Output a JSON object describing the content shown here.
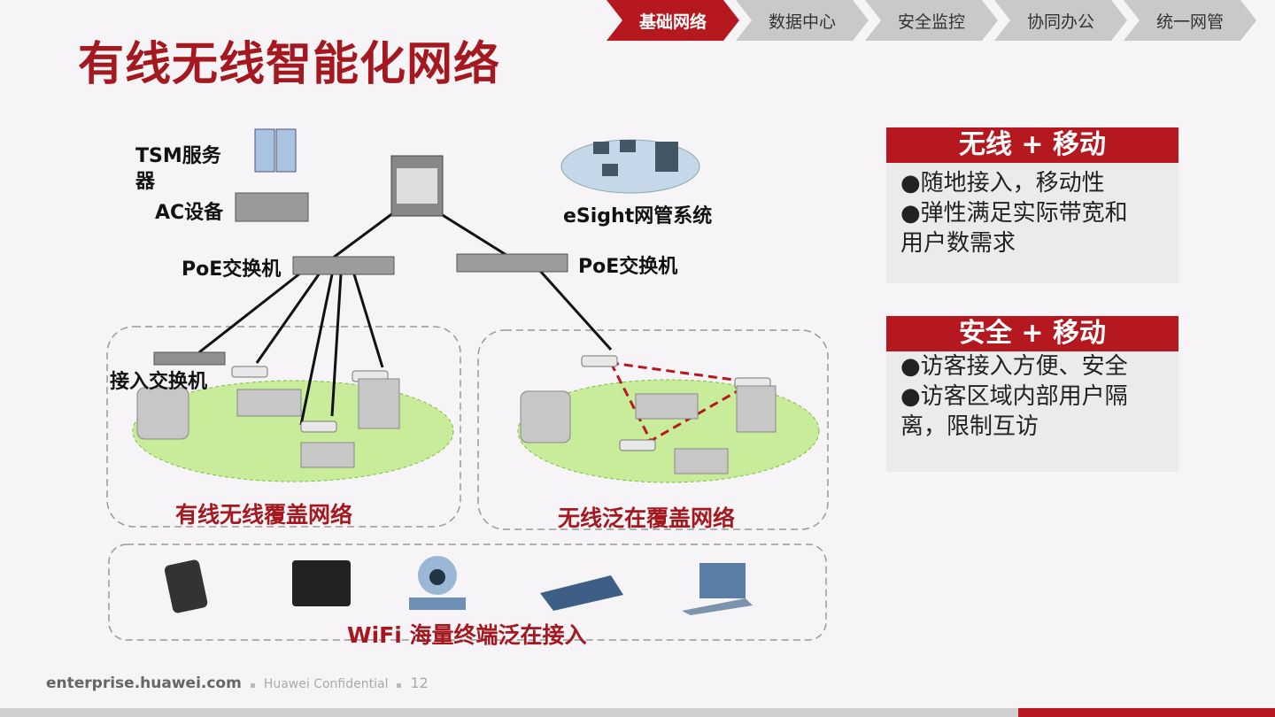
{
  "title": "有线无线智能化网络",
  "nav": [
    {
      "label": "基础网络",
      "active": true
    },
    {
      "label": "数据中心"
    },
    {
      "label": "安全监控"
    },
    {
      "label": "协同办公"
    },
    {
      "label": "统一网管"
    }
  ],
  "diagram": {
    "tsm_server_line1": "TSM服务",
    "tsm_server_line2": "器",
    "ac_device": "AC设备",
    "esight": "eSight网管系统",
    "poe_left": "PoE交换机",
    "poe_right": "PoE交换机",
    "access_switch": "接入交换机",
    "wired_wireless_area": "有线无线覆盖网络",
    "wireless_area": "无线泛在覆盖网络",
    "terminals_area": "WiFi 海量终端泛在接入"
  },
  "panels": [
    {
      "heading": "无线 + 移动",
      "lines": [
        "●随地接入，移动性",
        "●弹性满足实际带宽和",
        "用户数需求"
      ]
    },
    {
      "heading": "安全 + 移动",
      "lines": [
        "●访客接入方便、安全",
        "●访客区域内部用户隔",
        "离，限制互访"
      ]
    }
  ],
  "footer": {
    "site": "enterprise.huawei.com",
    "confidential": "Huawei Confidential",
    "page": "12"
  },
  "colors": {
    "accent": "#b5191f",
    "title": "#a3191f"
  }
}
